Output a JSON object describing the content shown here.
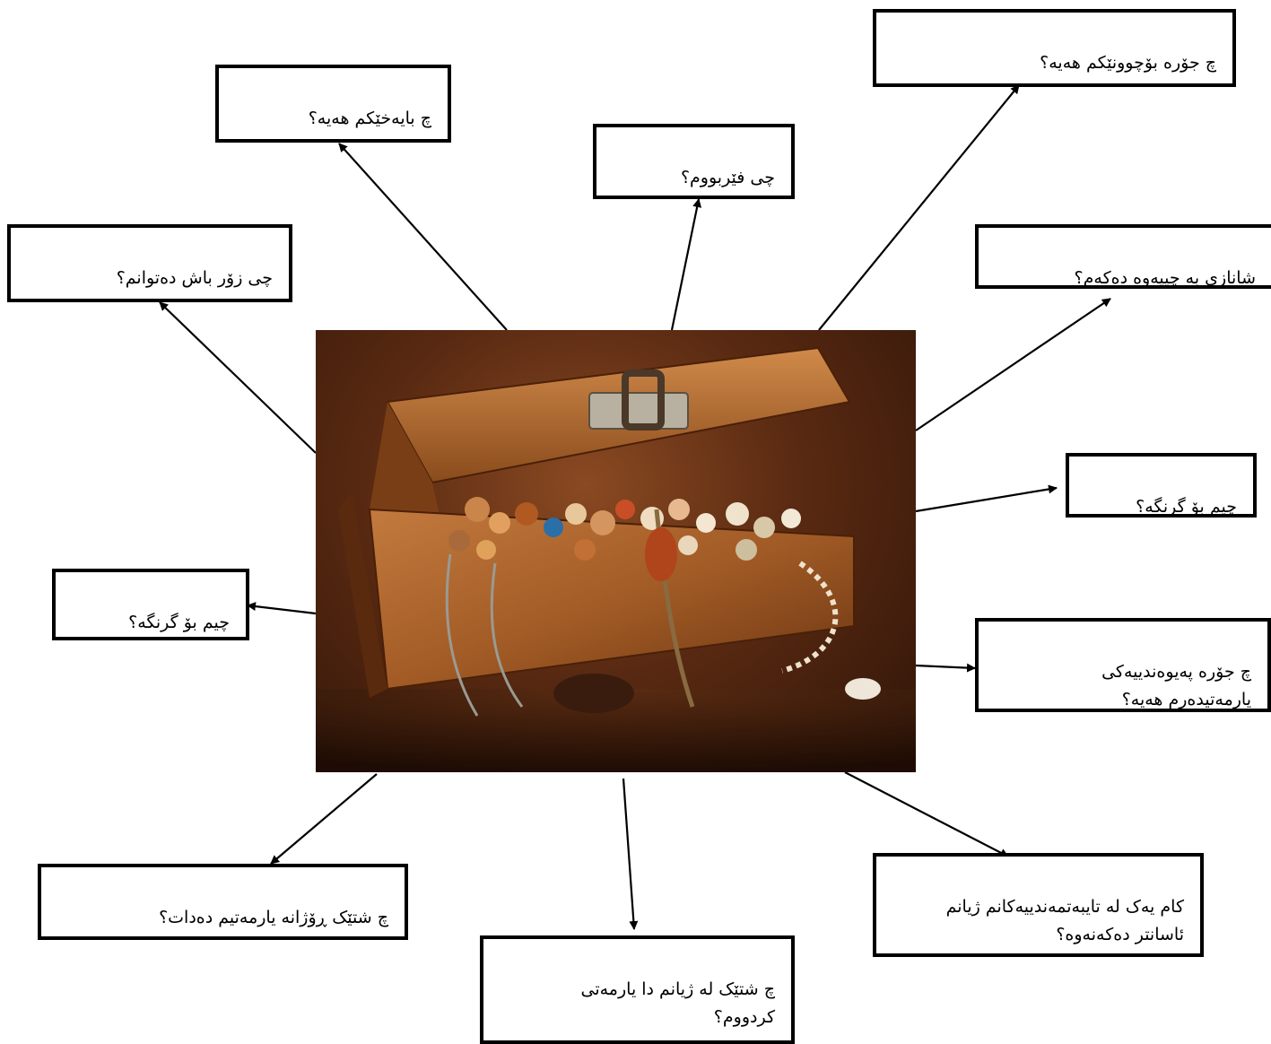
{
  "questions": {
    "q_best_at": "چی زۆر باش دەتوانم؟",
    "q_values": "چ بایەخێکم هەیە؟",
    "q_learned": "چی فێربووم؟",
    "q_beliefs": "چ جۆرە بۆچوونێکم هەیە؟",
    "q_proud": "شانازی بە چییەوە دەکەم؟",
    "q_important_right": "چیم بۆ گرنگە؟",
    "q_important_left": "چیم بۆ گرنگە؟",
    "q_relationships": "چ جۆرە پەیوەندییەکی\nیارمەتیدەرم هەیە؟",
    "q_daily_help": "چ شتێک ڕۆژانە یارمەتیم دەدات؟",
    "q_life_help": "چ شتێک لە ژیانم دا یارمەتی\nکردووم؟",
    "q_traits": "کام یەک لە تایبەتمەندییەکانم ژیانم\nئاسانتر دەکەنەوە؟"
  },
  "image": {
    "subject": "treasure chest full of jewelry"
  },
  "colors": {
    "border": "#000000",
    "arrow": "#000000"
  }
}
